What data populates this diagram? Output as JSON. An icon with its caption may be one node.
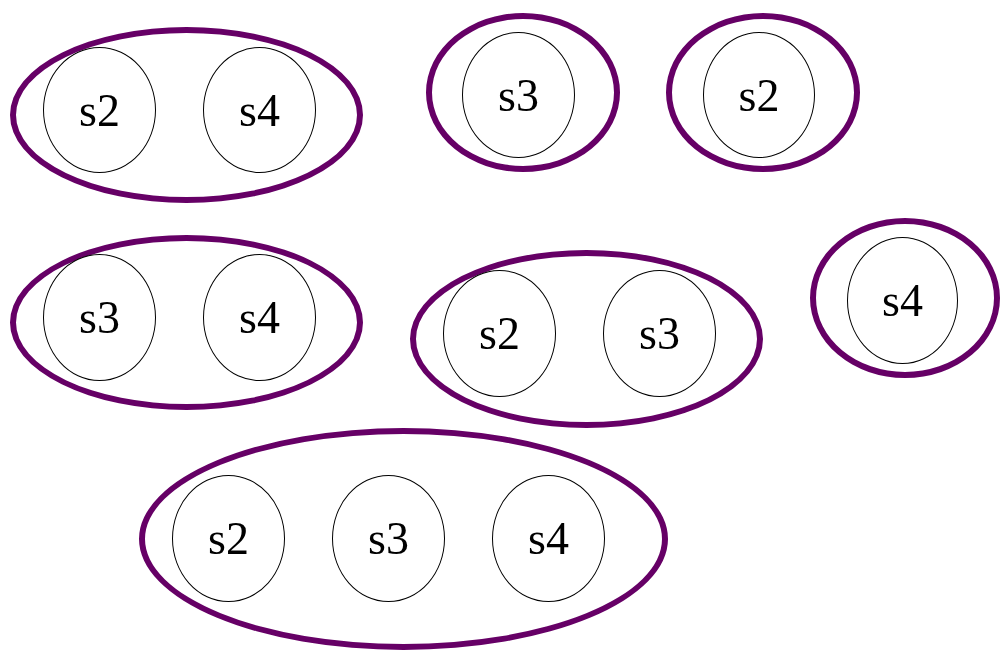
{
  "diagram": {
    "nodes": [
      {
        "text": [],
        "shape": "ellipse"
      },
      {
        "text": [
          "s2"
        ],
        "in": 0
      },
      {
        "text": [
          "s4"
        ],
        "in": 0
      },
      {
        "text": [],
        "shape": "ellipse"
      },
      {
        "text": [
          "s3"
        ],
        "in": 3
      },
      {
        "text": [],
        "shape": "ellipse"
      },
      {
        "text": [
          "s2"
        ],
        "in": 5
      },
      {
        "text": [],
        "shape": "ellipse"
      },
      {
        "text": [
          "s3"
        ],
        "in": 7
      },
      {
        "text": [
          "s4"
        ],
        "in": 7
      },
      {
        "text": [],
        "shape": "ellipse"
      },
      {
        "text": [
          "s2"
        ],
        "in": 10
      },
      {
        "text": [
          "s3"
        ],
        "in": 10
      },
      {
        "text": [],
        "shape": "ellipse"
      },
      {
        "text": [
          "s4"
        ],
        "in": 13
      },
      {
        "text": [],
        "shape": "ellipse"
      },
      {
        "text": [
          "s2"
        ],
        "in": 15
      },
      {
        "text": [
          "s3"
        ],
        "in": 15
      },
      {
        "text": [
          "s4"
        ],
        "in": 15
      }
    ]
  }
}
